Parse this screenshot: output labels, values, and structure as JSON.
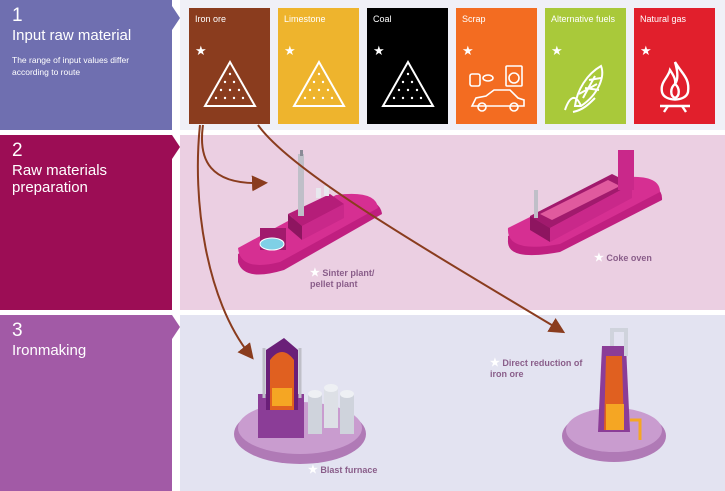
{
  "stages": [
    {
      "number": "1",
      "title": "Input raw material",
      "subtitle": "The range of input values differ according to route",
      "color": "#6f6fb0"
    },
    {
      "number": "2",
      "title": "Raw materials preparation",
      "subtitle": "",
      "color": "#9c0d55"
    },
    {
      "number": "3",
      "title": "Ironmaking",
      "subtitle": "",
      "color": "#a25aa6"
    }
  ],
  "materials": [
    {
      "label": "Iron ore",
      "color": "#8a3c1e",
      "icon": "pile-icon"
    },
    {
      "label": "Limestone",
      "color": "#eeb42d",
      "icon": "pile-icon"
    },
    {
      "label": "Coal",
      "color": "#000000",
      "icon": "pile-icon"
    },
    {
      "label": "Scrap",
      "color": "#f36c21",
      "icon": "scrap-icon"
    },
    {
      "label": "Alternative fuels",
      "color": "#a9c93a",
      "icon": "corn-icon"
    },
    {
      "label": "Natural gas",
      "color": "#e11f2c",
      "icon": "flame-icon"
    }
  ],
  "facilities": {
    "sinter": "Sinter plant/ pellet plant",
    "coke": "Coke oven",
    "dri": "Direct reduction of iron ore",
    "blast": "Blast furnace"
  },
  "star": "★",
  "colors": {
    "panel2_bg": "#ebcfe2",
    "panel3_bg": "#e3e3f1",
    "panel1_bg": "#f0f0f7",
    "facility_magenta": "#d62f92",
    "arrow": "#8a3c1e"
  }
}
